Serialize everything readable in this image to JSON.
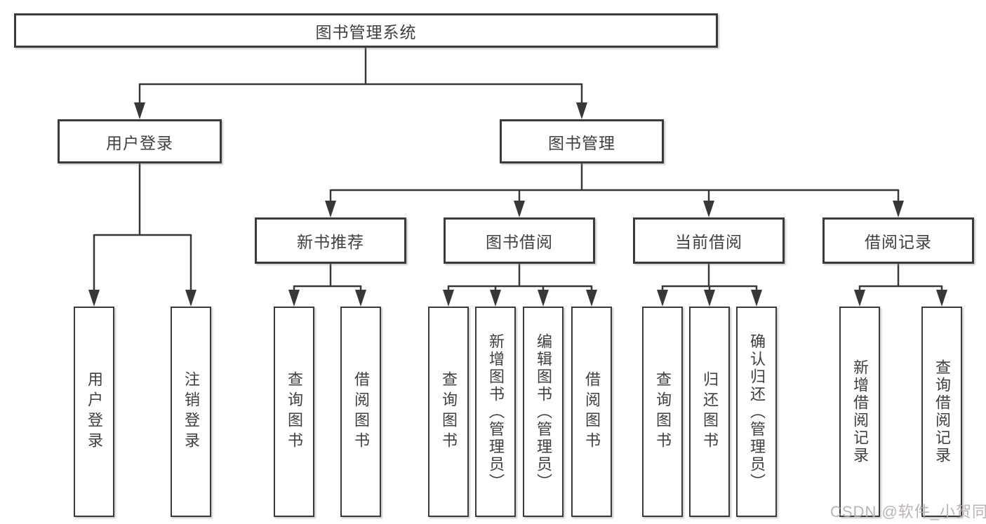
{
  "diagram": {
    "root": {
      "label": "图书管理系统"
    },
    "branches": [
      {
        "label": "用户登录",
        "children": [
          {
            "label": "用户登录"
          },
          {
            "label": "注销登录"
          }
        ]
      },
      {
        "label": "图书管理",
        "groups": [
          {
            "label": "新书推荐",
            "children": [
              {
                "label": "查询图书"
              },
              {
                "label": "借阅图书"
              }
            ]
          },
          {
            "label": "图书借阅",
            "children": [
              {
                "label": "查询图书"
              },
              {
                "label": "新增图书（管理员）"
              },
              {
                "label": "编辑图书（管理员）"
              },
              {
                "label": "借阅图书"
              }
            ]
          },
          {
            "label": "当前借阅",
            "children": [
              {
                "label": "查询图书"
              },
              {
                "label": "归还图书"
              },
              {
                "label": "确认归还（管理员）"
              }
            ]
          },
          {
            "label": "借阅记录",
            "children": [
              {
                "label": "新增借阅记录"
              },
              {
                "label": "查询借阅记录"
              }
            ]
          }
        ]
      }
    ]
  },
  "watermark": {
    "text": "CSDN @软件_小贺同学"
  },
  "colors": {
    "line": "#383838",
    "box_border": "#3b3b3b",
    "text": "#3f3f3f",
    "watermark": "#b4acac",
    "background": "#ffffff"
  }
}
